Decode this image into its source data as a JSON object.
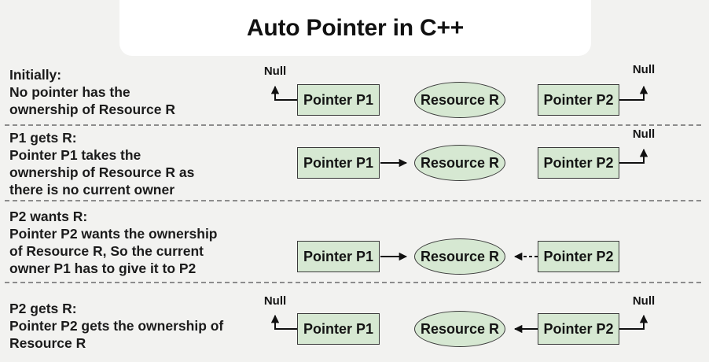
{
  "title": "Auto Pointer in C++",
  "labels": {
    "pointer_p1": "Pointer P1",
    "resource_r": "Resource R",
    "pointer_p2": "Pointer P2",
    "null_ref": "Null"
  },
  "rows": [
    {
      "id": "initially",
      "caption": "Initially:\nNo pointer has the\nownership of Resource R"
    },
    {
      "id": "p1-gets-r",
      "caption": "P1 gets R:\nPointer P1 takes the\nownership of Resource R as\nthere is no current owner"
    },
    {
      "id": "p2-wants-r",
      "caption": "P2 wants R:\nPointer P2 wants the ownership\nof Resource R, So the current\nowner P1 has to give it to P2"
    },
    {
      "id": "p2-gets-r",
      "caption": "P2 gets R:\nPointer P2 gets the ownership of\nResource R"
    }
  ],
  "colors": {
    "background": "#f2f2f0",
    "panel": "#ffffff",
    "node_fill": "#d6e8d2",
    "node_border": "#3a3a3a",
    "text": "#1b1b1b",
    "arrow": "#111111",
    "divider": "#8c8c8c"
  }
}
